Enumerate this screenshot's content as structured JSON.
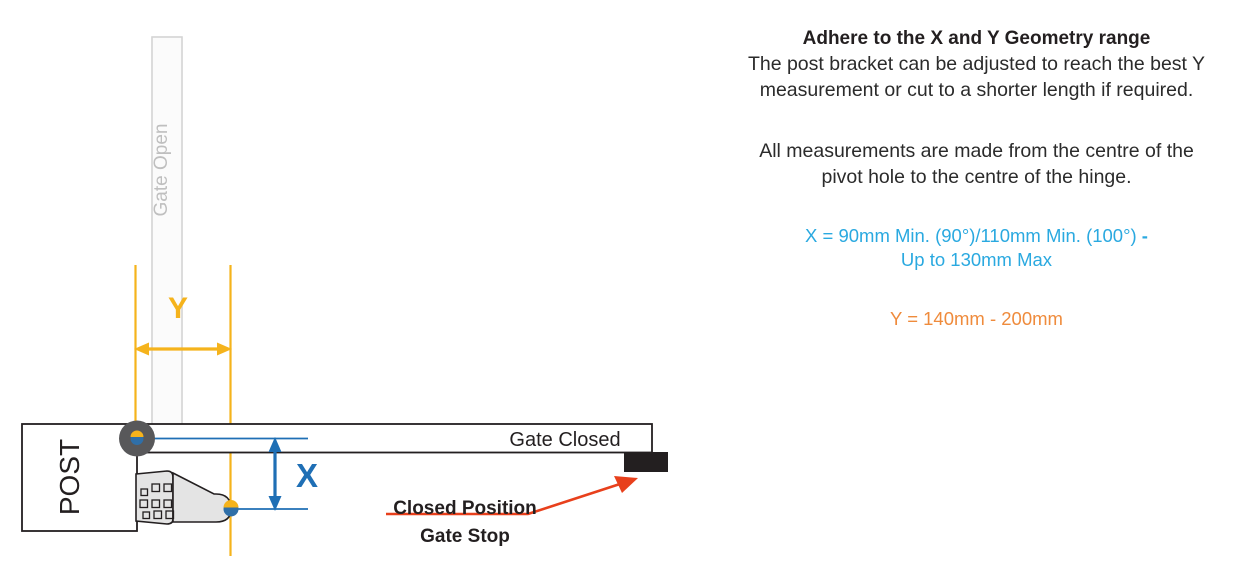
{
  "notes": {
    "heading": "Adhere to the X and Y Geometry range",
    "paragraph_1_line_1": "The post bracket can be adjusted to reach the best Y",
    "paragraph_1_line_2": "measurement or cut to a shorter length if required.",
    "paragraph_2_line_1": "All measurements are made from the centre of the",
    "paragraph_2_line_2": "pivot hole to the centre of the hinge.",
    "x_spec_line_1": "X = 90mm Min. (90°)/110mm Min. (100°) ",
    "x_spec_dash": "-",
    "x_spec_line_2": "Up to 130mm Max",
    "y_spec": "Y = 140mm - 200mm"
  },
  "diagram": {
    "post_label": "POST",
    "gate_open_label": "Gate Open",
    "gate_closed_label": "Gate Closed",
    "dimension_x_label": "X",
    "dimension_y_label": "Y",
    "gate_stop_caption_line_1": "Closed Position",
    "gate_stop_caption_line_2": "Gate Stop"
  },
  "colors": {
    "orange_dimension": "#f5b31c",
    "blue_dimension": "#1f6fb5",
    "cyan_text": "#2aa9e0",
    "orange_text": "#ef8b3c",
    "red_arrow": "#e8401c",
    "hinge_body": "#58585a",
    "bracket_fill": "#e4e4e4",
    "gate_open_fill": "#fbfbfb",
    "gate_open_stroke": "#d4d4d4",
    "gate_open_text": "#bfbfbf",
    "gate_stop_fill": "#231f20",
    "outline": "#231f20",
    "pin_yellow": "#f5b31c",
    "pin_blue": "#2f6fa8"
  }
}
